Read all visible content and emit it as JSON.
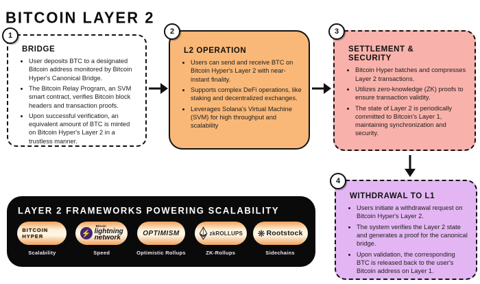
{
  "page_title": "BITCOIN LAYER 2",
  "colors": {
    "box_bridge_bg": "#ffffff",
    "box_l2_operation_bg": "#f9b878",
    "box_settlement_bg": "#f9b2ab",
    "box_withdrawal_bg": "#e3b6f3",
    "panel_bg": "#0a0a0a",
    "pill_gradient_orange": "#f0a35c",
    "pill_gradient_cream": "#fdf6e8",
    "lightning_circle": "#40276f"
  },
  "steps": [
    {
      "number": "1",
      "title": "BRIDGE",
      "bullets": [
        "User deposits BTC to a designated Bitcoin address monitored by Bitcoin Hyper's Canonical Bridge.",
        "The Bitcoin Relay Program, an SVM smart contract, verifies Bitcoin block headers and transaction proofs.",
        "Upon successful verification, an equivalent amount of BTC is minted on Bitcoin Hyper's Layer 2 in a trustless manner."
      ]
    },
    {
      "number": "2",
      "title": "L2 OPERATION",
      "bullets": [
        "Users can send and receive BTC on Bitcoin Hyper's Layer 2 with near-instant finality.",
        "Supports complex DeFi operations, like staking and decentralized exchanges.",
        "Leverages Solana's Virtual Machine (SVM) for high throughput and scalability"
      ]
    },
    {
      "number": "3",
      "title": "SETTLEMENT & SECURITY",
      "bullets": [
        "Bitcoin Hyper batches and compresses Layer 2 transactions.",
        "Utilizes zero-knowledge (ZK) proofs to ensure transaction validity.",
        "The state of Layer 2 is periodically committed to Bitcoin's Layer 1, maintaining synchronization and security."
      ]
    },
    {
      "number": "4",
      "title": "WITHDRAWAL TO L1",
      "bullets": [
        "Users initiate a withdrawal request on Bitcoin Hyper's Layer 2.",
        "The system verifies the Layer 2 state and generates a proof for the canonical bridge.",
        "Upon validation, the corresponding BTC is released back to the user's Bitcoin address on Layer 1."
      ]
    }
  ],
  "frameworks_panel": {
    "title": "LAYER 2 FRAMEWORKS POWERING SCALABILITY",
    "items": [
      {
        "icon": "bitcoin-hyper-wordmark",
        "logo": "BITCOIN HYPER",
        "label": "Scalability"
      },
      {
        "icon": "lightning-bolt",
        "bolt_glyph": "⚡",
        "logo_small": "Bitcoin",
        "logo_line1": "lightning",
        "logo_line2": "network",
        "label": "Speed"
      },
      {
        "icon": "optimism-wordmark",
        "logo": "OPTIMISM",
        "label": "Optimistic Rollups"
      },
      {
        "icon": "ethereum-diamond",
        "logo": "zkROLLUPS",
        "label": "ZK-Rollups"
      },
      {
        "icon": "rootstock-rosette",
        "rosette_glyph": "❋",
        "logo": "Rootstock",
        "label": "Sidechains"
      }
    ]
  }
}
